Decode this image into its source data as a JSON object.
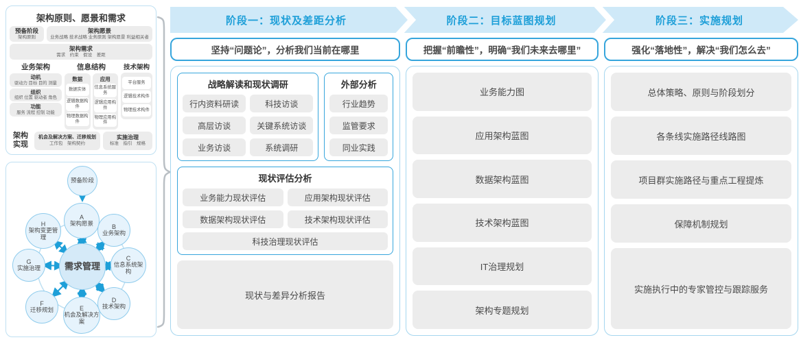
{
  "colors": {
    "band_bg": "#cfe9f8",
    "accent_blue": "#2aa0d8",
    "header_text": "#1e9fd8",
    "soft_border": "#a5d6ef",
    "gray_box": "#ececec",
    "text_dark": "#4a4a4a",
    "arrow_blue": "#1e9fd8",
    "node_fill": "#e6f3fc",
    "node_border": "#8ecbec",
    "brace_gray": "#b9bfc4"
  },
  "left": {
    "model": {
      "title": "架构原则、愿景和需求",
      "prep_title": "预备阶段",
      "prep_sub": "架构原则",
      "vision_title": "架构愿景",
      "vision_sub": "业务战略 技术战略 业务原则 架构愿景 利益相关者",
      "req_title": "架构需求",
      "req_sub": "需求　约束　假设　差距",
      "biz_title": "业务架构",
      "biz_items": [
        {
          "t": "动机",
          "s": "驱动力 目标 目的 测量"
        },
        {
          "t": "组织",
          "s": "组织 位置 驱动者 角色"
        },
        {
          "t": "功能",
          "s": "服务 流程 控制 功能"
        }
      ],
      "info_title": "信息结构",
      "data_title": "数据",
      "data_items": [
        "数据实体",
        "逻辑数据构件",
        "物理数据构件"
      ],
      "app_title": "应用",
      "app_items": [
        "信息系统服务",
        "逻辑应用构件",
        "物理应用构件"
      ],
      "tech_title": "技术架构",
      "tech_items": [
        "平台服务",
        "逻辑技术构件",
        "物理技术构件"
      ],
      "impl_title": "架构实现",
      "impl_items": [
        {
          "t": "机会及解决方案、迁移规划",
          "s": "工作包　架构契约"
        },
        {
          "t": "实施治理",
          "s": "标准　指引　规格"
        }
      ]
    },
    "adm": {
      "prep": "预备阶段",
      "center": "需求管理",
      "nodes": [
        {
          "letter": "A",
          "label": "架构愿景"
        },
        {
          "letter": "B",
          "label": "业务架构"
        },
        {
          "letter": "C",
          "label": "信息系统架构"
        },
        {
          "letter": "D",
          "label": "技术架构"
        },
        {
          "letter": "E",
          "label": "机会及解决方案"
        },
        {
          "letter": "F",
          "label": "迁移规划"
        },
        {
          "letter": "G",
          "label": "实施治理"
        },
        {
          "letter": "H",
          "label": "架构变更管理"
        }
      ]
    }
  },
  "phases": [
    {
      "header": "阶段一：现状及差距分析",
      "subtitle": "坚持“问题论”，分析我们当前在哪里",
      "group1_title": "战略解读和现状调研",
      "group1_items": [
        "行内资料研读",
        "科技访谈",
        "高层访谈",
        "关键系统访谈",
        "业务访谈",
        "系统调研"
      ],
      "group2_title": "外部分析",
      "group2_items": [
        "行业趋势",
        "监管要求",
        "同业实践"
      ],
      "group3_title": "现状评估分析",
      "group3_items": [
        "业务能力现状评估",
        "应用架构现状评估",
        "数据架构现状评估",
        "技术架构现状评估",
        "科技治理现状评估"
      ],
      "report": "现状与差异分析报告"
    },
    {
      "header": "阶段二：目标蓝图规划",
      "subtitle": "把握“前瞻性”，明确“我们未来去哪里”",
      "items": [
        "业务能力图",
        "应用架构蓝图",
        "数据架构蓝图",
        "技术架构蓝图",
        "IT治理规划",
        "架构专题规划"
      ]
    },
    {
      "header": "阶段三：实施规划",
      "subtitle": "强化“落地性”，解决“我们怎么去”",
      "items": [
        "总体策略、原则与阶段划分",
        "各条线实施路径线路图",
        "项目群实施路径与重点工程提炼",
        "保障机制规划",
        "实施执行中的专家管控与跟踪服务"
      ]
    }
  ]
}
